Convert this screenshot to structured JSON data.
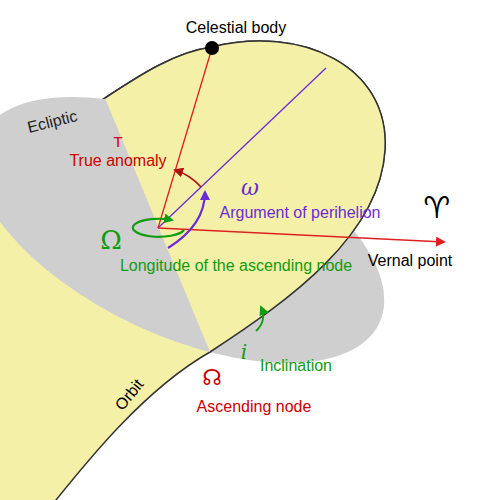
{
  "diagram": {
    "labels": [
      "Celestial body",
      "Ecliptic",
      "T",
      "True anomaly",
      "ω",
      "Argument of perihelion",
      "Ω",
      "Longitude of the ascending node",
      "♈",
      "Vernal point",
      "i",
      "Inclination",
      "☊",
      "Ascending node",
      "Orbit"
    ]
  }
}
